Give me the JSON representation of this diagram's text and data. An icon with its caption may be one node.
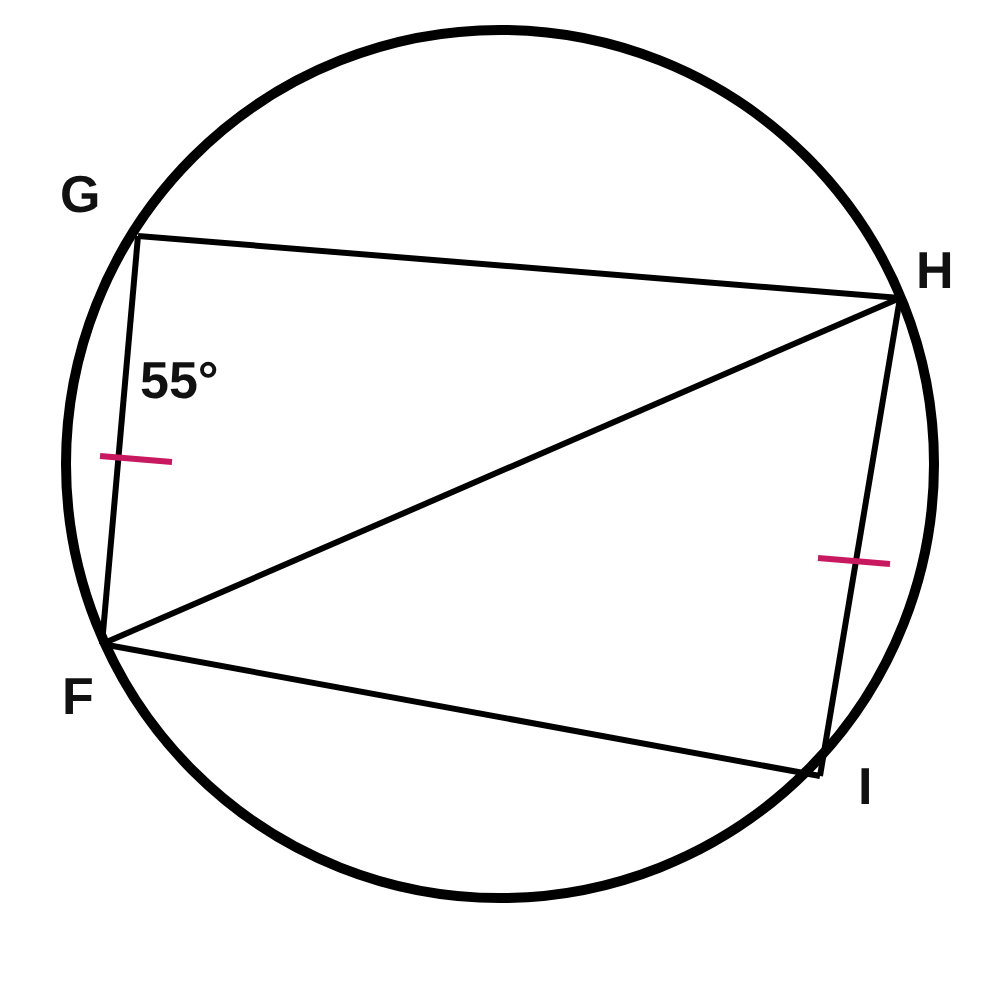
{
  "diagram": {
    "nodes": [
      {
        "text": [
          "G"
        ]
      },
      {
        "text": [
          "H"
        ]
      },
      {
        "text": [
          "F"
        ]
      },
      {
        "text": [
          "I"
        ]
      }
    ],
    "edges": [
      {
        "from": 0,
        "to": 1,
        "arrow": "none"
      },
      {
        "from": 1,
        "to": 2,
        "arrow": "none"
      },
      {
        "from": 2,
        "to": 0,
        "arrow": "none"
      },
      {
        "from": 2,
        "to": 3,
        "arrow": "none"
      },
      {
        "from": 3,
        "to": 1,
        "arrow": "none"
      }
    ],
    "labels": [
      "55°"
    ]
  }
}
